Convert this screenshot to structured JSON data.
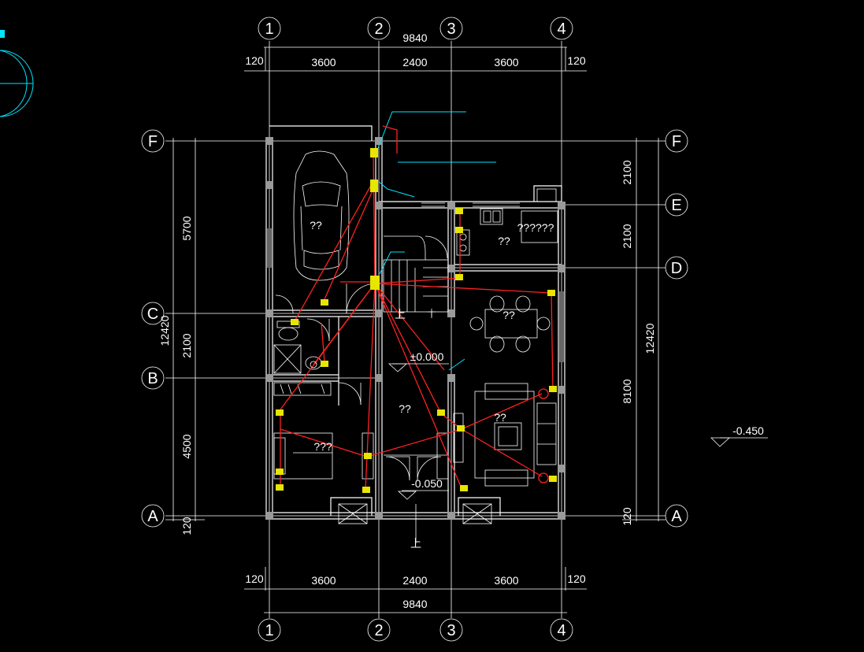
{
  "axes": {
    "columns": [
      "1",
      "2",
      "3",
      "4"
    ],
    "rows": [
      "F",
      "E",
      "D",
      "C",
      "B",
      "A"
    ]
  },
  "dimensions": {
    "top_total": "9840",
    "top_segments": [
      "3600",
      "2400",
      "3600"
    ],
    "edge_offset": "120",
    "bottom_total": "9840",
    "bottom_segments": [
      "3600",
      "2400",
      "3600"
    ],
    "left_segments": [
      "5700",
      "2100",
      "4500"
    ],
    "left_total": "12420",
    "right_segments": [
      "2100",
      "2100",
      "8100"
    ],
    "right_total": "12420"
  },
  "rooms": {
    "garage": "??",
    "kitchen": "??",
    "kitchen_label": "??????",
    "dining": "??",
    "hall": "??",
    "living": "??",
    "bedroom": "???"
  },
  "elevations": {
    "floor": "±0.000",
    "entry": "-0.050",
    "outside": "-0.450"
  },
  "stair_marks": {
    "up_arrow_1": "上",
    "up_arrow_2": "上"
  },
  "colors": {
    "background": "#000000",
    "lines": "#ffffff",
    "wiring": "#ff2020",
    "leaders": "#00e5ff",
    "devices": "#e6e600"
  }
}
